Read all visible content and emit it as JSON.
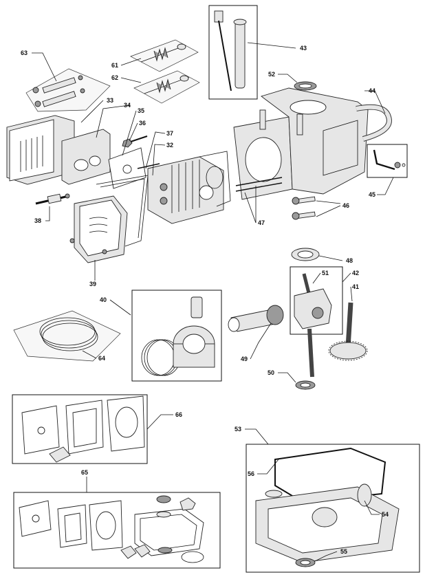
{
  "labels": {
    "p32": "32",
    "p33": "33",
    "p34": "34",
    "p35": "35",
    "p36": "36",
    "p37": "37",
    "p38": "38",
    "p39": "39",
    "p40": "40",
    "p41": "41",
    "p42": "42",
    "p43": "43",
    "p44": "44",
    "p45": "45",
    "p46": "46",
    "p47": "47",
    "p48": "48",
    "p49": "49",
    "p50": "50",
    "p51": "51",
    "p52": "52",
    "p53": "53",
    "p54": "54",
    "p55": "55",
    "p56": "56",
    "p61": "61",
    "p62": "62",
    "p63": "63",
    "p64": "64",
    "p65": "65",
    "p66": "66"
  }
}
